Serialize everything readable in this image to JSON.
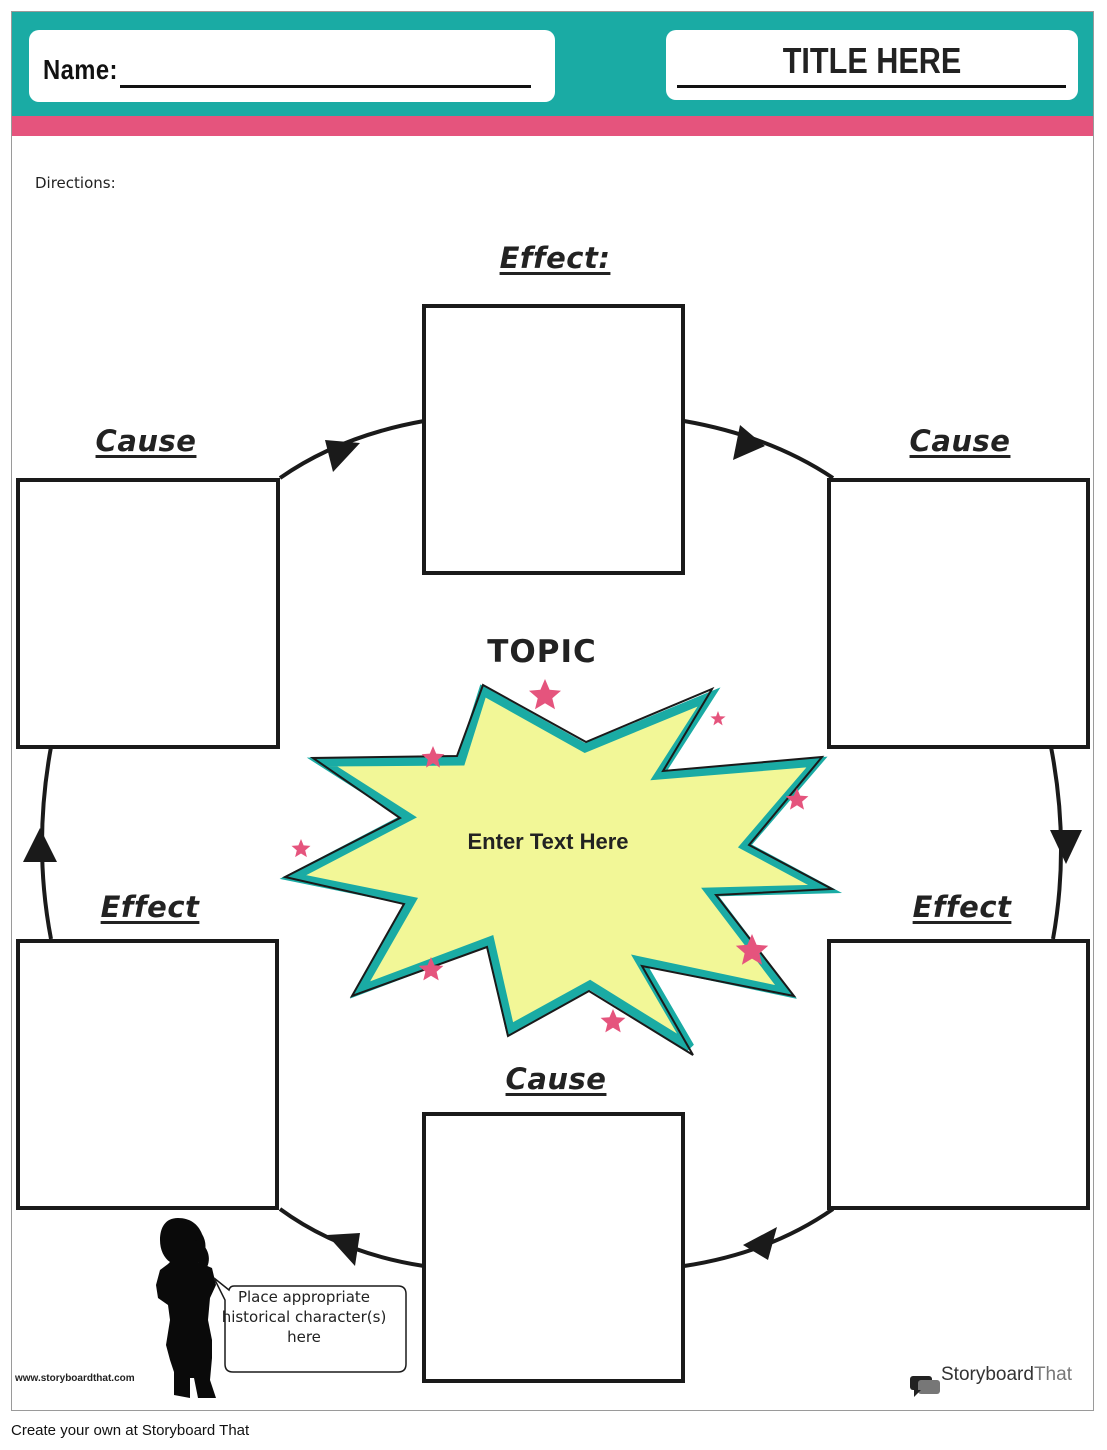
{
  "header": {
    "name_label": "Name:",
    "title": "TITLE HERE"
  },
  "directions": "Directions:",
  "labels": {
    "effect_top": "Effect:",
    "cause_left": "Cause",
    "cause_right": "Cause",
    "effect_left": "Effect",
    "effect_right": "Effect",
    "cause_bottom": "Cause"
  },
  "topic": {
    "heading": "TOPIC",
    "text": "Enter Text Here"
  },
  "character_bubble": {
    "line1": "Place appropriate",
    "line2": "historical character(s)",
    "line3": "here"
  },
  "branding": {
    "url": "www.storyboardthat.com",
    "logo_part1": "Storyboard",
    "logo_part2": "That",
    "footer": "Create your own at Storyboard That"
  },
  "colors": {
    "teal": "#1aaba4",
    "pink": "#e5547d",
    "burst_fill": "#f2f797",
    "star": "#e5547d"
  }
}
